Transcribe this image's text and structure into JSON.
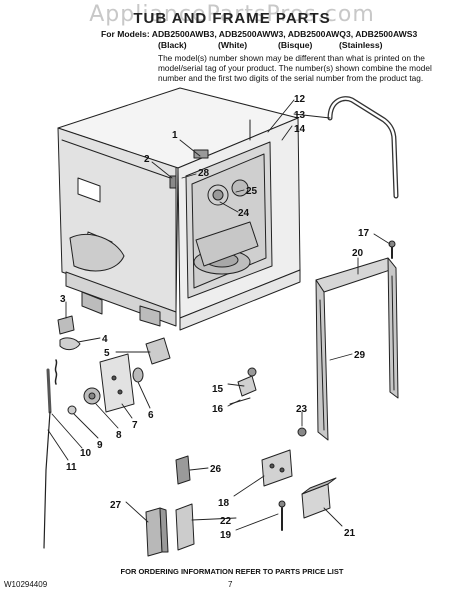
{
  "header": {
    "watermark": "AppliancePartsPros.com",
    "title": "TUB AND FRAME PARTS",
    "models_line": "For Models: ADB2500AWB3, ADB2500AWW3, ADB2500AWQ3, ADB2500AWS3",
    "colors": [
      "(Black)",
      "(White)",
      "(Bisque)",
      "(Stainless)"
    ],
    "note_lines": [
      "The model(s) number shown may be different than what is printed on the",
      "model/serial tag of your product. The number(s) shown combine the model",
      "number and the first two digits of the serial number from the product tag."
    ]
  },
  "callouts": [
    "1",
    "2",
    "3",
    "4",
    "5",
    "6",
    "7",
    "8",
    "9",
    "10",
    "11",
    "12",
    "13",
    "14",
    "15",
    "16",
    "17",
    "18",
    "19",
    "20",
    "21",
    "22",
    "23",
    "24",
    "25",
    "26",
    "27",
    "28",
    "29"
  ],
  "footer": {
    "ordering_note": "FOR ORDERING INFORMATION REFER TO PARTS PRICE LIST",
    "doc_number": "W10294409",
    "page_number": "7"
  }
}
